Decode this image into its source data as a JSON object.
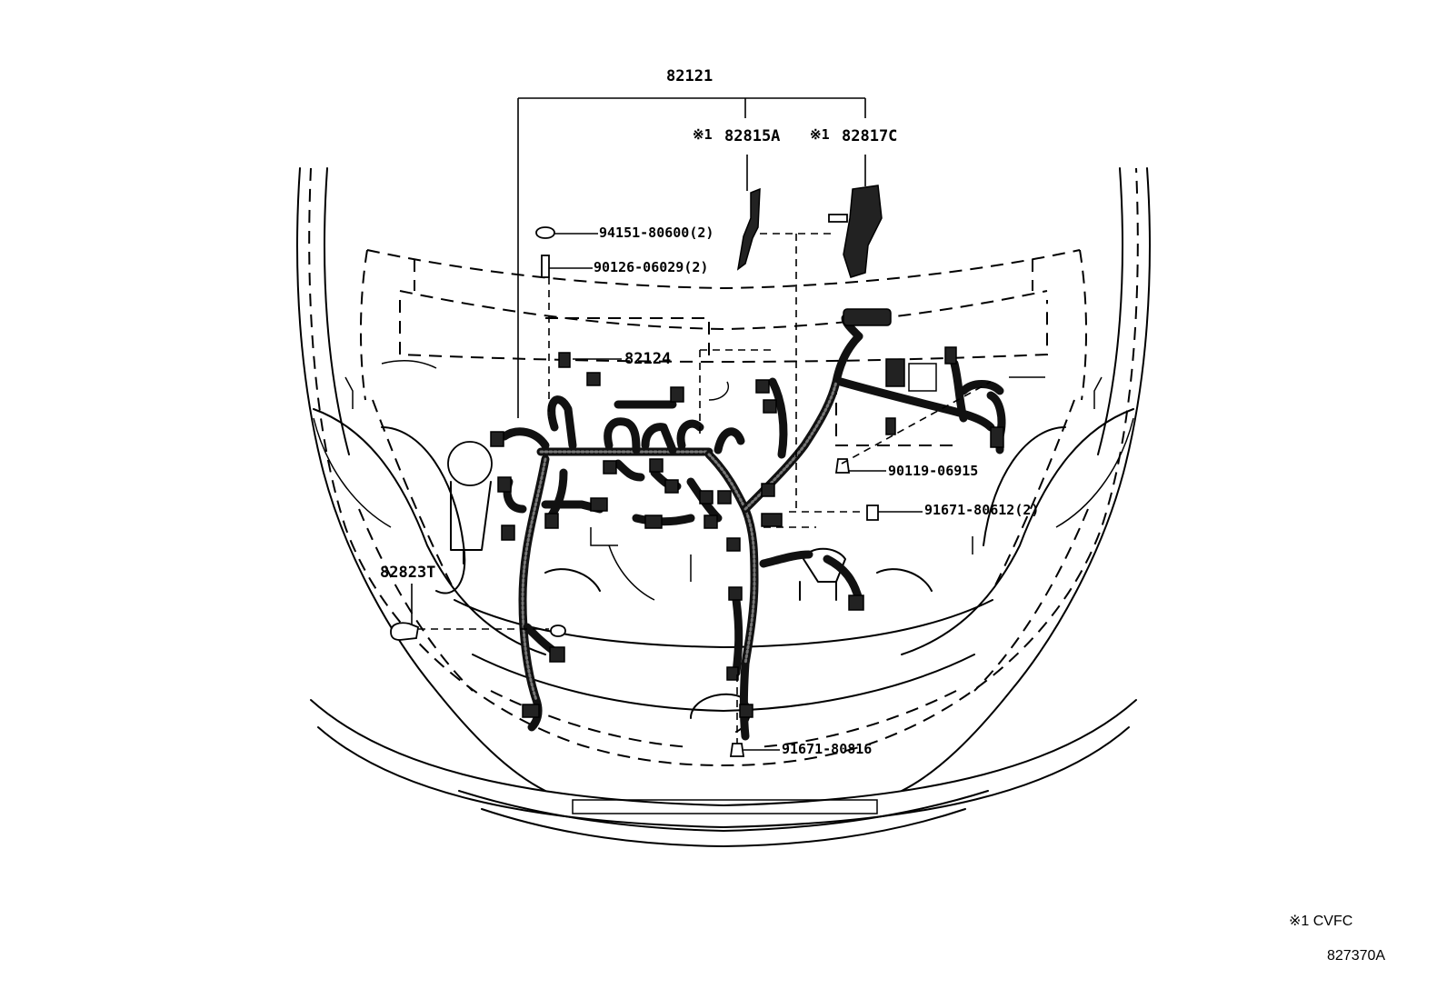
{
  "diagram": {
    "labels": {
      "assembly": "82121",
      "part_82815A": "82815A",
      "part_82817C": "82817C",
      "note_marker": "※1",
      "nut_94151": "94151-80600(2)",
      "stud_90126": "90126-06029(2)",
      "part_82124": "82124",
      "bolt_90119": "90119-06915",
      "bolt_91671_80612": "91671-80612(2)",
      "part_82823T": "82823T",
      "bolt_91671_80816": "91671-80816"
    },
    "footnote": "※1 CVFC",
    "diagram_id": "827370A"
  }
}
